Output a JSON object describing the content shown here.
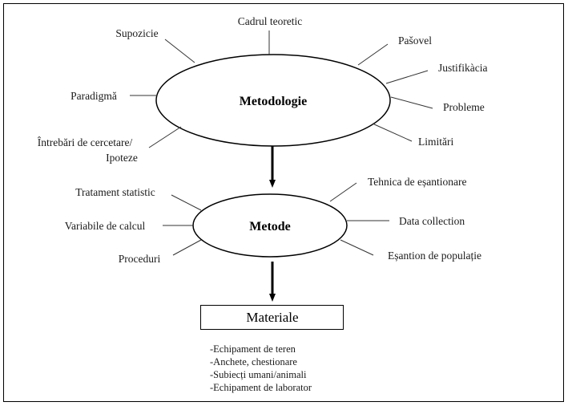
{
  "methodology": {
    "title": "Metodologie",
    "labels": [
      "Cadrul teoretic",
      "Supozicie",
      "Pašovel",
      "Justifikàcia",
      "Paradigmă",
      "Probleme",
      "Întrebări de cercetare/",
      "Ipoteze",
      "Limitări"
    ]
  },
  "methods": {
    "title": "Metode",
    "labels": [
      "Tratament statistic",
      "Tehnica de eșantionare",
      "Variabile de calcul",
      "Data collection",
      "Proceduri",
      "Eșantion de populație"
    ]
  },
  "materials": {
    "title": "Materiale",
    "items": [
      "-Echipament de teren",
      "-Anchete, chestionare",
      "-Subiecți umani/animali",
      "-Echipament de laborator"
    ]
  },
  "colors": {
    "ink": "#000000",
    "line": "#333333",
    "background": "#ffffff"
  }
}
